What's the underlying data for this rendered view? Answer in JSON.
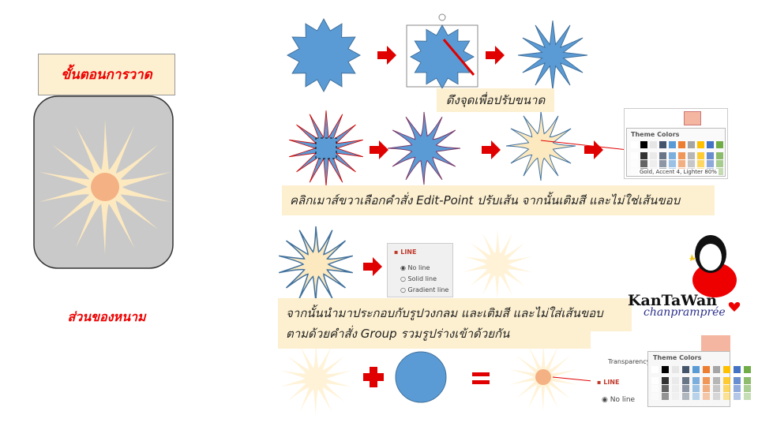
{
  "left": {
    "title": "ขั้นตอนการวาด",
    "label": "ส่วนของหนาม"
  },
  "captions": {
    "step1": "ดึงจุดเพื่อปรับขนาด",
    "step2": "คลิกเมาส์ขวาเลือกคำสั่ง Edit-Point  ปรับเส้น  จากนั้นเติมสี และไม่ใช่เส้นขอบ",
    "step3_line1": "จากนั้นนำมาประกอบกับรูปวงกลม และเติมสี และไม่ใส่เส้นขอบ",
    "step3_line2": "ตามด้วยคำสั่ง  Group รวมรูปร่างเข้าด้วยกัน"
  },
  "color_panel_1": {
    "header": "Theme Colors",
    "tooltip": "Gold, Accent 4, Lighter 80%"
  },
  "line_panel": {
    "heading": "LINE",
    "options": [
      "No line",
      "Solid line",
      "Gradient line"
    ]
  },
  "color_panel_2": {
    "header": "Theme Colors",
    "transparency": "Transparency",
    "line_heading": "LINE",
    "no_line": "No line"
  },
  "mascot": {
    "name": "KanTaWan",
    "sub": "chanpramprée"
  },
  "colors": {
    "blue": "#5b9bd5",
    "cream": "#fde9c0",
    "orange": "#f4b183",
    "red": "#e00000"
  }
}
